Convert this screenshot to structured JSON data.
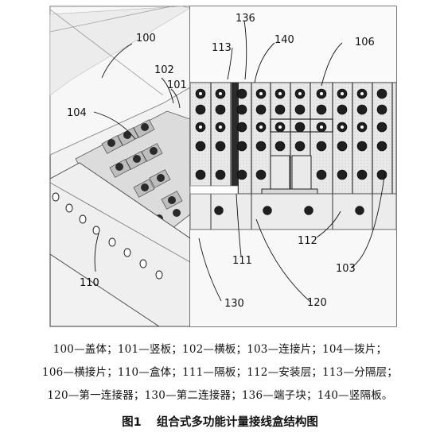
{
  "labels": {
    "l100": "100",
    "l101": "101",
    "l102": "102",
    "l103": "103",
    "l104": "104",
    "l106": "106",
    "l110": "110",
    "l111": "111",
    "l112": "112",
    "l113": "113",
    "l120": "120",
    "l130": "130",
    "l136": "136",
    "l140": "140"
  },
  "legend": {
    "line1": "100—盖体；101—竖板；102—横板；103—连接片；104—拨片；",
    "line2": "106—横接片；110—盒体；111—隔板；112—安装层；113—分隔层；",
    "line3": "120—第一连接器；130—第二连接器；136—端子块；140—竖隔板。"
  },
  "caption": {
    "number": "图1",
    "title": "组合式多功能计量接线盒结构图"
  }
}
